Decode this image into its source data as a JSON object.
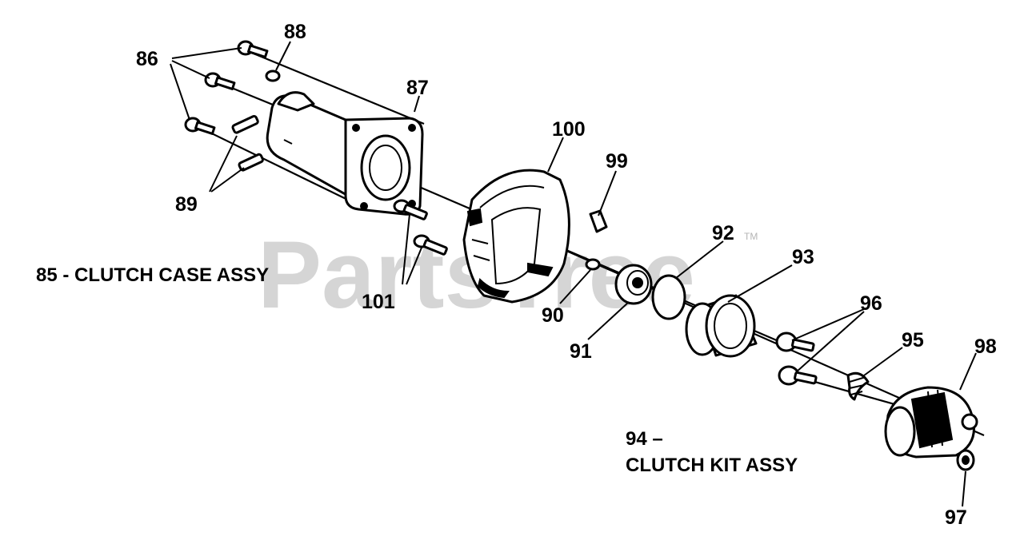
{
  "watermark": {
    "text": "PartsTree",
    "trademark": "TM"
  },
  "callouts": {
    "n86": "86",
    "n88": "88",
    "n87": "87",
    "n89": "89",
    "n100": "100",
    "n99": "99",
    "n92": "92",
    "n93": "93",
    "n101": "101",
    "n90": "90",
    "n91": "91",
    "n96": "96",
    "n95": "95",
    "n98": "98",
    "n97": "97"
  },
  "assemblies": {
    "clutch_case": "85 - CLUTCH CASE ASSY",
    "clutch_kit_line1": "94 –",
    "clutch_kit_line2": "CLUTCH KIT ASSY"
  }
}
